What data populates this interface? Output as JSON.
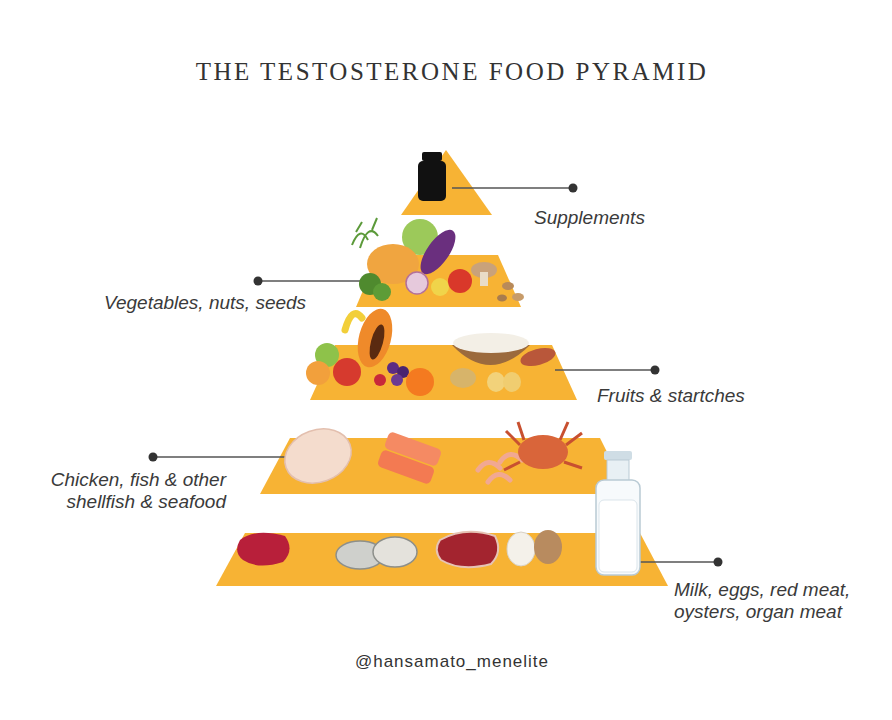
{
  "diagram": {
    "title": "THE TESTOSTERONE FOOD PYRAMID",
    "labels": [
      "Supplements",
      "Vegetables, nuts, seeds",
      "Fruits & startches",
      "Chicken, fish & other shellfish & seafood",
      "Milk, eggs, red meat, oysters, organ meat",
      "@hansamato_menelite"
    ]
  }
}
